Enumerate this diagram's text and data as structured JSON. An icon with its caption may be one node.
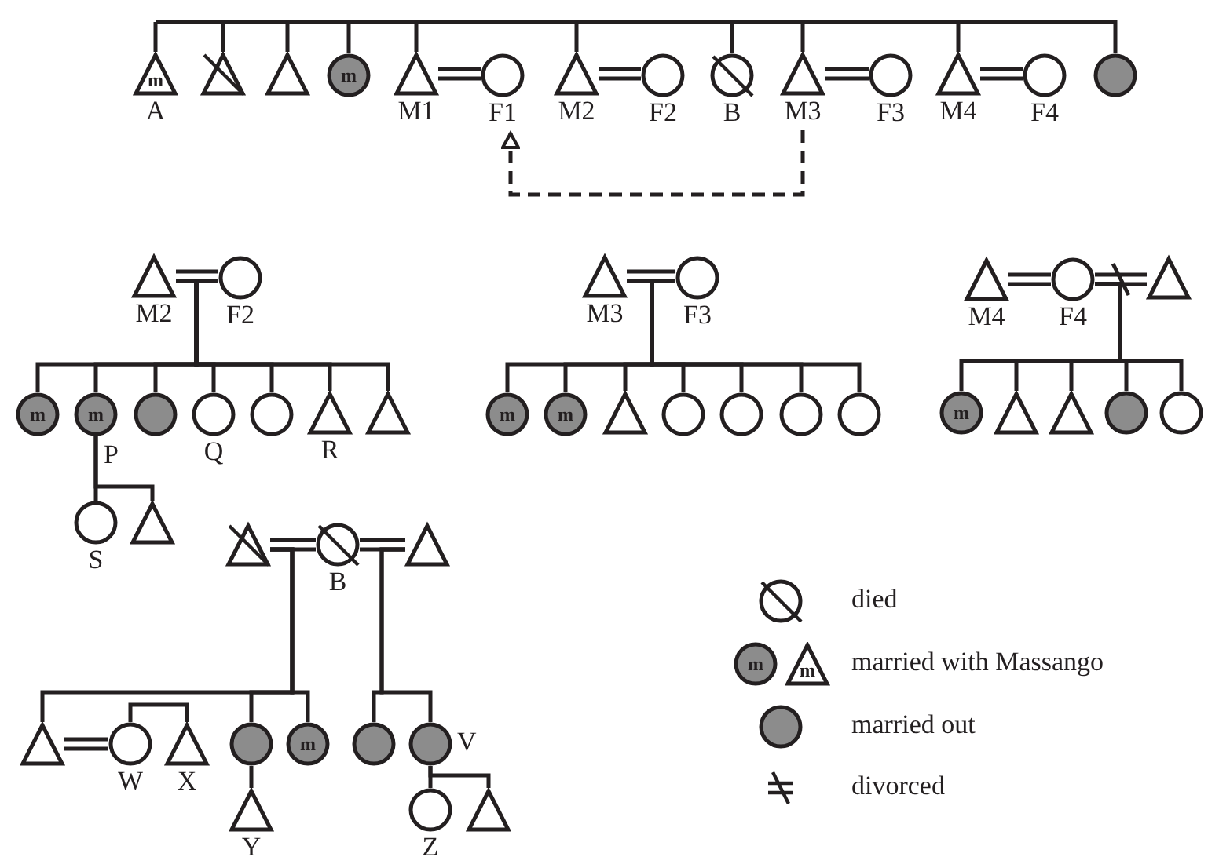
{
  "diagram": {
    "nodes": [
      {
        "text": [
          "m"
        ],
        "beside": [
          "A"
        ]
      },
      {
        "text": [],
        "shape": "triangle"
      },
      {
        "text": [],
        "shape": "triangle"
      },
      {
        "text": [
          "m"
        ]
      },
      {
        "text": [],
        "beside": [
          "M1"
        ],
        "shape": "triangle"
      },
      {
        "text": [],
        "beside": [
          "F1"
        ],
        "shape": "circle"
      },
      {
        "text": [],
        "beside": [
          "M2"
        ],
        "shape": "triangle"
      },
      {
        "text": [],
        "beside": [
          "F2"
        ],
        "shape": "circle"
      },
      {
        "text": [],
        "beside": [
          "B"
        ],
        "shape": "circle"
      },
      {
        "text": [],
        "beside": [
          "M3"
        ],
        "shape": "triangle"
      },
      {
        "text": [],
        "beside": [
          "F3"
        ],
        "shape": "circle"
      },
      {
        "text": [],
        "beside": [
          "M4"
        ],
        "shape": "triangle"
      },
      {
        "text": [],
        "beside": [
          "F4"
        ],
        "shape": "circle"
      },
      {
        "text": [],
        "shape": "circle"
      },
      {
        "text": [],
        "beside": [
          "M2"
        ],
        "shape": "triangle"
      },
      {
        "text": [],
        "beside": [
          "F2"
        ],
        "shape": "circle"
      },
      {
        "text": [
          "m"
        ]
      },
      {
        "text": [
          "m"
        ],
        "beside": [
          "P"
        ]
      },
      {
        "text": [],
        "shape": "circle"
      },
      {
        "text": [],
        "beside": [
          "Q"
        ],
        "shape": "circle"
      },
      {
        "text": [],
        "shape": "circle"
      },
      {
        "text": [],
        "beside": [
          "R"
        ],
        "shape": "triangle"
      },
      {
        "text": [],
        "shape": "triangle"
      },
      {
        "text": [],
        "beside": [
          "M3"
        ],
        "shape": "triangle"
      },
      {
        "text": [],
        "beside": [
          "F3"
        ],
        "shape": "circle"
      },
      {
        "text": [
          "m"
        ]
      },
      {
        "text": [
          "m"
        ]
      },
      {
        "text": [],
        "shape": "triangle"
      },
      {
        "text": [],
        "shape": "circle"
      },
      {
        "text": [],
        "shape": "circle"
      },
      {
        "text": [],
        "shape": "circle"
      },
      {
        "text": [],
        "shape": "circle"
      },
      {
        "text": [],
        "beside": [
          "M4"
        ],
        "shape": "triangle"
      },
      {
        "text": [],
        "beside": [
          "F4"
        ],
        "shape": "circle"
      },
      {
        "text": [],
        "shape": "triangle"
      },
      {
        "text": [
          "m"
        ]
      },
      {
        "text": [],
        "shape": "triangle"
      },
      {
        "text": [],
        "shape": "triangle"
      },
      {
        "text": [],
        "shape": "circle"
      },
      {
        "text": [],
        "shape": "circle"
      },
      {
        "text": [],
        "beside": [
          "S"
        ],
        "shape": "circle"
      },
      {
        "text": [],
        "shape": "triangle"
      },
      {
        "text": [],
        "shape": "triangle"
      },
      {
        "text": [],
        "beside": [
          "B"
        ],
        "shape": "circle"
      },
      {
        "text": [],
        "shape": "triangle"
      },
      {
        "text": [],
        "shape": "triangle"
      },
      {
        "text": [],
        "beside": [
          "W"
        ],
        "shape": "circle"
      },
      {
        "text": [],
        "beside": [
          "X"
        ],
        "shape": "triangle"
      },
      {
        "text": [],
        "shape": "circle"
      },
      {
        "text": [
          "m"
        ]
      },
      {
        "text": [],
        "shape": "circle"
      },
      {
        "text": [],
        "beside": [
          "V"
        ],
        "shape": "circle"
      },
      {
        "text": [],
        "beside": [
          "Y"
        ],
        "shape": "triangle"
      },
      {
        "text": [],
        "beside": [
          "Z"
        ],
        "shape": "circle"
      },
      {
        "text": [],
        "shape": "triangle"
      }
    ],
    "edges": [
      {
        "from": null,
        "to": 0,
        "arrow": "none"
      },
      {
        "from": null,
        "to": 1,
        "arrow": "none"
      },
      {
        "from": null,
        "to": 2,
        "arrow": "none"
      },
      {
        "from": null,
        "to": 3,
        "arrow": "none"
      },
      {
        "from": null,
        "to": 4,
        "arrow": "none"
      },
      {
        "from": null,
        "to": 6,
        "arrow": "none"
      },
      {
        "from": null,
        "to": 8,
        "arrow": "none"
      },
      {
        "from": null,
        "to": 9,
        "arrow": "none"
      },
      {
        "from": null,
        "to": 11,
        "arrow": "none"
      },
      {
        "from": null,
        "to": 13,
        "arrow": "none"
      },
      {
        "from": 4,
        "to": 5,
        "arrow": "none"
      },
      {
        "from": 6,
        "to": 7,
        "arrow": "none"
      },
      {
        "from": 9,
        "to": 10,
        "arrow": "none"
      },
      {
        "from": 11,
        "to": 12,
        "arrow": "none"
      },
      {
        "from": 9,
        "to": 5,
        "arrow": "to",
        "style": "dashed"
      },
      {
        "from": 14,
        "to": 15,
        "arrow": "none"
      },
      {
        "from": 14,
        "to": 16,
        "arrow": "none"
      },
      {
        "from": 14,
        "to": 17,
        "arrow": "none"
      },
      {
        "from": 14,
        "to": 18,
        "arrow": "none"
      },
      {
        "from": 14,
        "to": 19,
        "arrow": "none"
      },
      {
        "from": 14,
        "to": 20,
        "arrow": "none"
      },
      {
        "from": 14,
        "to": 21,
        "arrow": "none"
      },
      {
        "from": 14,
        "to": 22,
        "arrow": "none"
      },
      {
        "from": 23,
        "to": 24,
        "arrow": "none"
      },
      {
        "from": 23,
        "to": 25,
        "arrow": "none"
      },
      {
        "from": 23,
        "to": 26,
        "arrow": "none"
      },
      {
        "from": 23,
        "to": 27,
        "arrow": "none"
      },
      {
        "from": 23,
        "to": 28,
        "arrow": "none"
      },
      {
        "from": 23,
        "to": 29,
        "arrow": "none"
      },
      {
        "from": 23,
        "to": 30,
        "arrow": "none"
      },
      {
        "from": 23,
        "to": 31,
        "arrow": "none"
      },
      {
        "from": 32,
        "to": 33,
        "arrow": "none"
      },
      {
        "from": 33,
        "to": 34,
        "arrow": "none"
      },
      {
        "from": 33,
        "to": 35,
        "arrow": "none"
      },
      {
        "from": 33,
        "to": 36,
        "arrow": "none"
      },
      {
        "from": 33,
        "to": 37,
        "arrow": "none"
      },
      {
        "from": 33,
        "to": 38,
        "arrow": "none"
      },
      {
        "from": 33,
        "to": 39,
        "arrow": "none"
      },
      {
        "from": 17,
        "to": 40,
        "arrow": "none"
      },
      {
        "from": 17,
        "to": 41,
        "arrow": "none"
      },
      {
        "from": 42,
        "to": 43,
        "arrow": "none"
      },
      {
        "from": 43,
        "to": 44,
        "arrow": "none"
      },
      {
        "from": 42,
        "to": 45,
        "arrow": "none"
      },
      {
        "from": 42,
        "to": 48,
        "arrow": "none"
      },
      {
        "from": 42,
        "to": 49,
        "arrow": "none"
      },
      {
        "from": 45,
        "to": 46,
        "arrow": "none"
      },
      {
        "from": 46,
        "to": 47,
        "arrow": "none"
      },
      {
        "from": 44,
        "to": 50,
        "arrow": "none"
      },
      {
        "from": 44,
        "to": 51,
        "arrow": "none"
      },
      {
        "from": 48,
        "to": 52,
        "arrow": "none"
      },
      {
        "from": 51,
        "to": 53,
        "arrow": "none"
      },
      {
        "from": 51,
        "to": 54,
        "arrow": "none"
      }
    ],
    "labels": [
      "m",
      "m"
    ],
    "legend": [
      {
        "text": "died"
      },
      {
        "text": "married with Massango"
      },
      {
        "text": "married out",
        "color": "#8c8c8c"
      },
      {
        "text": "divorced"
      }
    ]
  }
}
